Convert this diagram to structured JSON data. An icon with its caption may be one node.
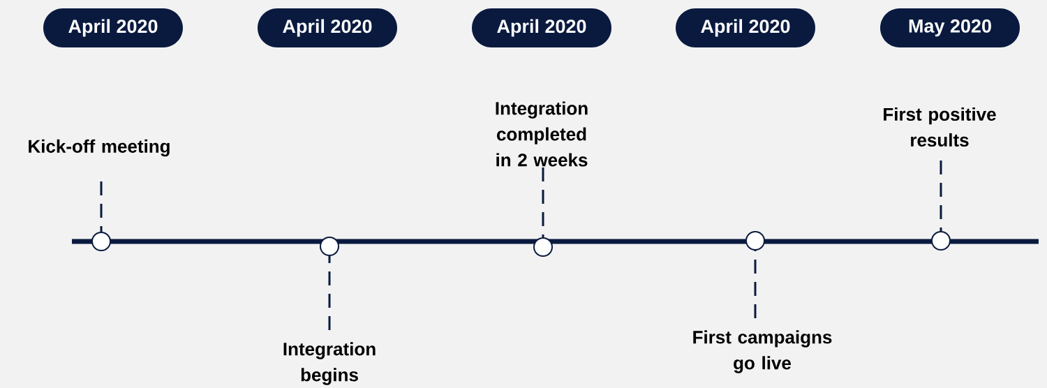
{
  "diagram": {
    "nodes": [
      {
        "text": [
          "April 2020"
        ]
      },
      {
        "text": [
          "April 2020"
        ]
      },
      {
        "text": [
          "April 2020"
        ]
      },
      {
        "text": [
          "April 2020"
        ]
      },
      {
        "text": [
          "May 2020"
        ]
      },
      {
        "text": [
          "Kick-off meeting"
        ]
      },
      {
        "text": [
          "Integration begins"
        ]
      },
      {
        "text": [
          "Integration completed in 2 weeks"
        ]
      },
      {
        "text": [
          "First campaigns go live"
        ]
      },
      {
        "text": [
          "First positive results"
        ]
      },
      {
        "text": [],
        "shape": "circle"
      },
      {
        "text": [],
        "shape": "circle"
      },
      {
        "text": [],
        "shape": "circle"
      },
      {
        "text": [],
        "shape": "circle"
      },
      {
        "text": [],
        "shape": "circle"
      }
    ],
    "edges": [
      {
        "from": 5,
        "to": 10,
        "arrow": "none",
        "style": "dashed"
      },
      {
        "from": 6,
        "to": 11,
        "arrow": "none",
        "style": "dashed"
      },
      {
        "from": 7,
        "to": 12,
        "arrow": "none",
        "style": "dashed"
      },
      {
        "from": 8,
        "to": 13,
        "arrow": "none",
        "style": "dashed"
      },
      {
        "from": 9,
        "to": 14,
        "arrow": "none",
        "style": "dashed"
      }
    ]
  }
}
